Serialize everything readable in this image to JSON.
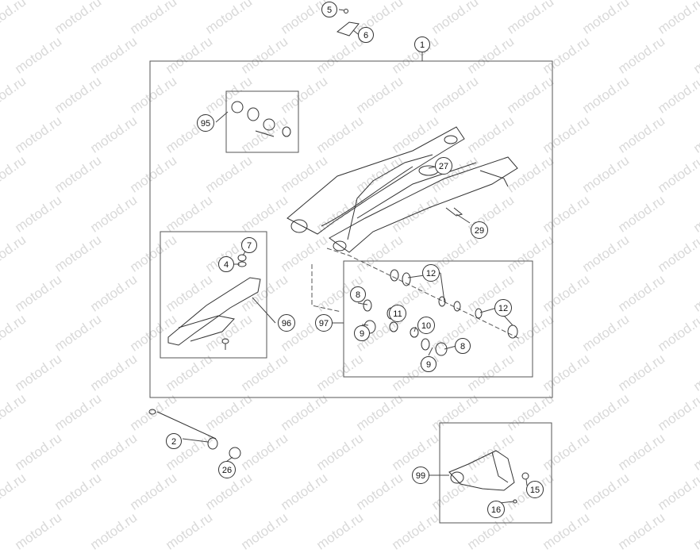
{
  "watermark": "motod.ru",
  "callouts": [
    "1",
    "2",
    "4",
    "5",
    "6",
    "7",
    "8",
    "9",
    "10",
    "11",
    "12",
    "15",
    "16",
    "26",
    "27",
    "29",
    "95",
    "96",
    "97",
    "99"
  ],
  "colors": {
    "line": "#444444",
    "bg": "#ffffff",
    "watermark": "#d9d9d9"
  }
}
